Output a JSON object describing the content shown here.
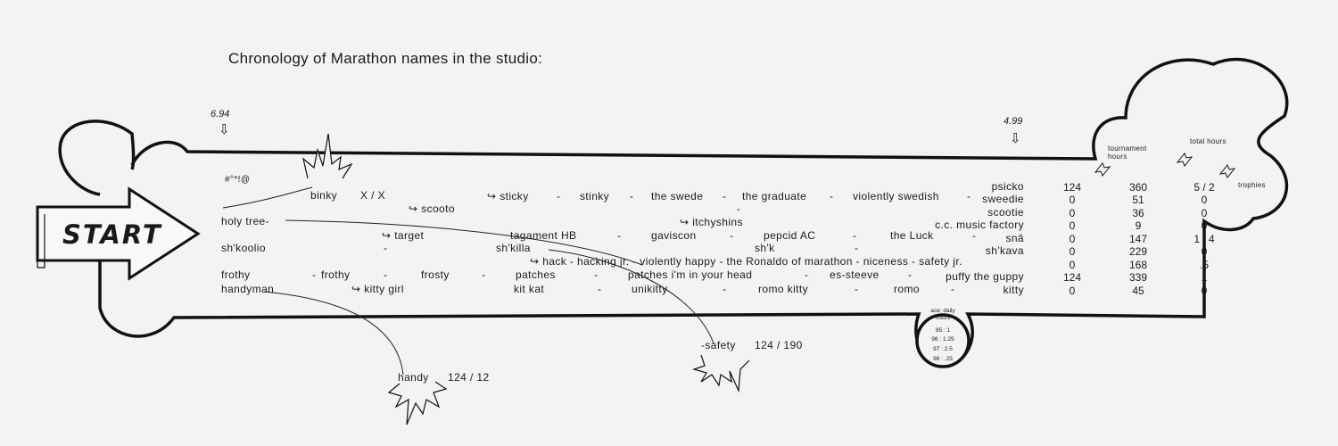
{
  "title": "Chronology of Marathon names in the studio:",
  "prices": {
    "left": "6.94",
    "right": "4.99"
  },
  "start_label": "START",
  "headers": {
    "tournament": "tournament\nhours",
    "total": "total hours",
    "trophies": "trophies"
  },
  "rows_left": {
    "r1": "#°*!@",
    "r2": "binky",
    "r2b": "X / X",
    "r3": "holy tree-",
    "r4": "sh'koolio",
    "r5": "frothy",
    "r6": "handyman"
  },
  "flow": {
    "sticky": "↪ sticky",
    "d1": "-",
    "stinky": "stinky",
    "d2": "-",
    "swede": "the swede",
    "d3": "-",
    "graduate": "the graduate",
    "d4": "-",
    "vswedish": "violently swedish",
    "d5": "-",
    "scooto": "↪ scooto",
    "dot1": "-",
    "itchy": "↪ itchyshins",
    "ccmusic": "c.c. music factory",
    "target": "↪ target",
    "tagament": "tagament HB",
    "d6": "-",
    "gaviscon": "gaviscon",
    "d7": "-",
    "pepcid": "pepcid AC",
    "d8": "-",
    "theluck": "the Luck",
    "d9": "-",
    "dash4": "-",
    "shkilla": "sh'killa",
    "shk": "sh'k",
    "d10": "-",
    "hack": "↪ hack - hacking jr. - violently happy - the Ronaldo of marathon - niceness - safety jr.",
    "frothy2": "frothy",
    "d11": "-",
    "frosty": "frosty",
    "d12": "-",
    "patches": "patches",
    "d13": "-",
    "patchesHead": "patches i'm in your head",
    "d14": "-",
    "essteeve": "es-steeve",
    "d15": "-",
    "puffy": "puffy the guppy",
    "dash5": "-",
    "kittygirl": "↪ kitty girl",
    "kitkat": "kit kat",
    "d16": "-",
    "unikitty": "unikitty",
    "d17": "-",
    "romokitty": "romo kitty",
    "d18": "-",
    "romo": "romo",
    "d19": "-",
    "kitty": "kitty",
    "dashmid": "-"
  },
  "final_names": [
    "psicko",
    "sweedie",
    "scootie",
    "c.c. music factory",
    "snā",
    "sh'kava",
    "",
    "puffy the guppy",
    "kitty"
  ],
  "table": [
    {
      "tournament": "124",
      "total": "360",
      "trophies": "5 / 2"
    },
    {
      "tournament": "0",
      "total": "51",
      "trophies": "0"
    },
    {
      "tournament": "0",
      "total": "36",
      "trophies": "0"
    },
    {
      "tournament": "0",
      "total": "9",
      "trophies": "0"
    },
    {
      "tournament": "0",
      "total": "147",
      "trophies": "1 / 4"
    },
    {
      "tournament": "0",
      "total": "229",
      "trophies": "0"
    },
    {
      "tournament": "0",
      "total": "168",
      "trophies": ".5"
    },
    {
      "tournament": "124",
      "total": "339",
      "trophies": "1"
    },
    {
      "tournament": "0",
      "total": "45",
      "trophies": "0"
    }
  ],
  "ace": {
    "header": "ace: daily\nhours",
    "rows": [
      "95 : 1",
      "96 : 1.25",
      "97 : 2.5",
      "98 : .25"
    ]
  },
  "callouts": {
    "safety": "-safety",
    "safety_score": "124 / 190",
    "handy": "handy",
    "handy_score": "124 / 12"
  }
}
